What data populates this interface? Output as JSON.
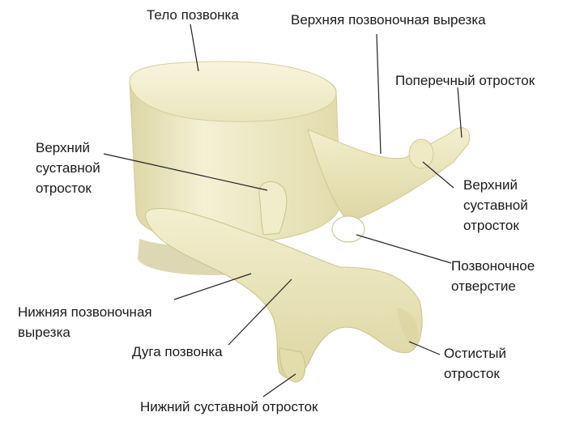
{
  "colors": {
    "bone_light": "#f3efd0",
    "bone_mid": "#e9e3b5",
    "bone_shadow": "#c9c08c",
    "leader": "#222222",
    "text": "#1a1a1a"
  },
  "labels": {
    "body": "Тело позвонка",
    "upper_notch": "Верхняя позвоночная вырезка",
    "transverse": "Поперечный отросток",
    "sup_articular_left": "Верхний\nсуставной\nотросток",
    "sup_articular_right": "Верхний\nсуставной\nотросток",
    "foramen": "Позвоночное\nотверстие",
    "lower_notch": "Нижняя позвоночная\nвырезка",
    "arch": "Дуга позвонка",
    "spinous": "Остистый\nотросток",
    "inf_articular": "Нижний суставной отросток"
  }
}
